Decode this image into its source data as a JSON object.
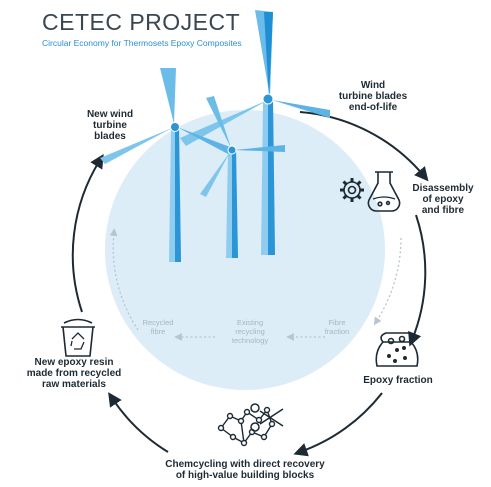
{
  "header": {
    "title": "CETEC PROJECT",
    "subtitle": "Circular Economy for Thermosets Epoxy Composites"
  },
  "cycle": {
    "new_blades": [
      "New wind",
      "turbine",
      "blades"
    ],
    "end_of_life": [
      "Wind",
      "turbine blades",
      "end-of-life"
    ],
    "disassembly": [
      "Disassembly",
      "of epoxy",
      "and fibre"
    ],
    "epoxy_fraction": [
      "Epoxy fraction"
    ],
    "chemcycling": [
      "Chemcycling with direct recovery",
      "of high-value building blocks"
    ],
    "new_resin": [
      "New epoxy resin",
      "made from recycled",
      "raw materials"
    ]
  },
  "inner": {
    "recycled_fibre": [
      "Recycled",
      "fibre"
    ],
    "existing_tech": [
      "Existing",
      "recycling",
      "technology"
    ],
    "fibre_fraction": [
      "Fibre",
      "fraction"
    ]
  },
  "colors": {
    "accent": "#2b8fd0",
    "turbine_light": "#8ecdf0",
    "turbine_dark": "#1f8fd4",
    "bubble": "#dcedf8",
    "dark": "#1e2a33"
  },
  "icons": [
    "gear-icon",
    "flask-icon",
    "sack-icon",
    "molecule-icon",
    "scissors-icon",
    "recycle-bucket-icon"
  ]
}
